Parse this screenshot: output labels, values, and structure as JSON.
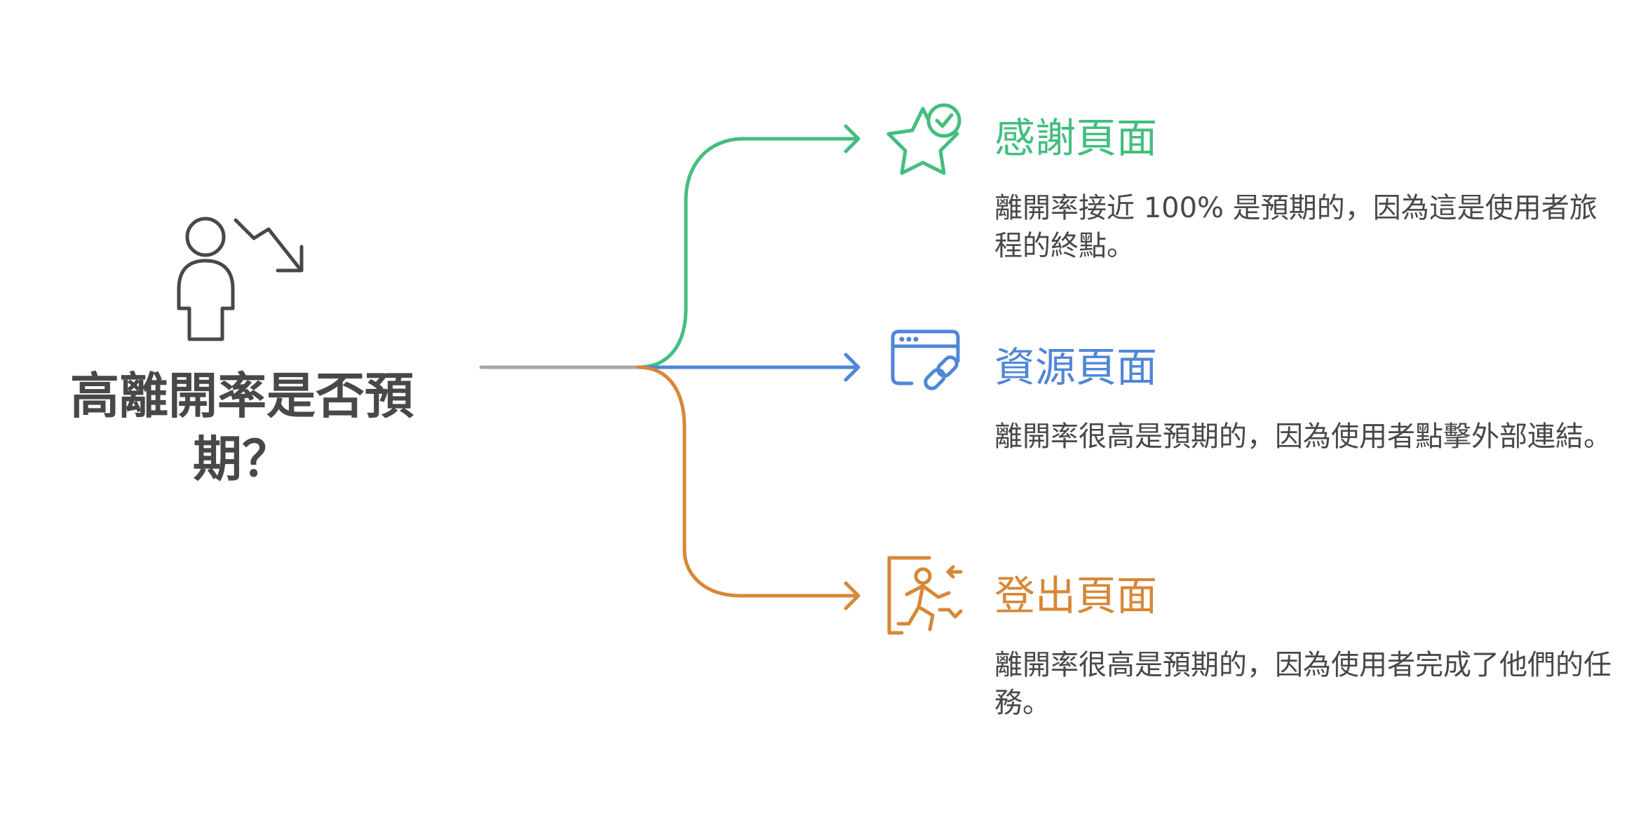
{
  "question": "高離開率是否預期？",
  "colors": {
    "trunk": "#a6a6a6",
    "thanks": "#43be7f",
    "resource": "#4f86d8",
    "logout": "#d78736",
    "text": "#484848"
  },
  "branches": [
    {
      "title": "感謝頁面",
      "description": "離開率接近 100% 是預期的，因為這是使用者旅程的終點。",
      "icon": "star-check-icon"
    },
    {
      "title": "資源頁面",
      "description": "離開率很高是預期的，因為使用者點擊外部連結。",
      "icon": "browser-link-icon"
    },
    {
      "title": "登出頁面",
      "description": "離開率很高是預期的，因為使用者完成了他們的任務。",
      "icon": "exit-run-icon"
    }
  ],
  "main_icon": "person-decline-icon"
}
